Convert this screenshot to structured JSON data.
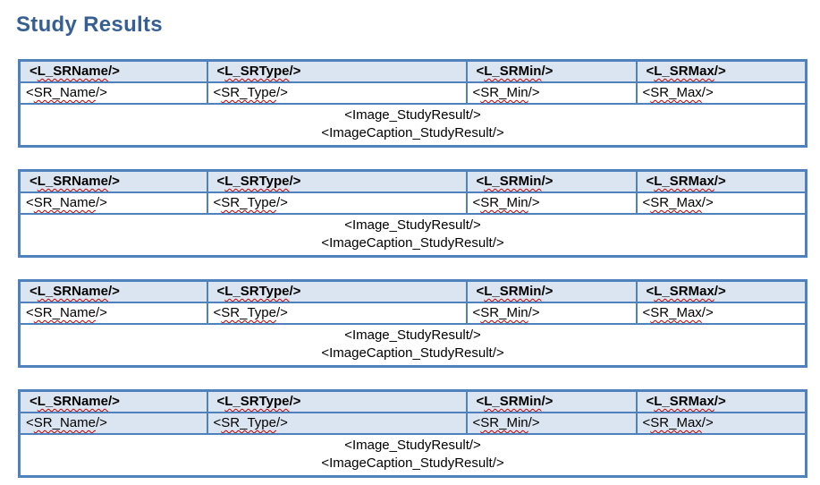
{
  "page": {
    "title": "Study Results"
  },
  "colors": {
    "title_text": "#376092",
    "table_border": "#4F81BD",
    "shaded_cell_fill": "#DBE5F1",
    "spellcheck_underline": "#C00000",
    "cell_text": "#000000",
    "page_background": "#FFFFFF"
  },
  "tables": [
    {
      "header_cells": [
        {
          "open": "<",
          "word": "L_SRName",
          "close": "/>"
        },
        {
          "open": "<",
          "word": "L_SRType",
          "close": "/>"
        },
        {
          "open": "<",
          "word": "L_SRMin",
          "close": "/>"
        },
        {
          "open": "<",
          "word": "L_SRMax",
          "close": "/>"
        }
      ],
      "field_cells": [
        {
          "open": "<",
          "word": "SR_Name",
          "close": "/>"
        },
        {
          "open": "<",
          "word": "SR_Type",
          "close": "/>"
        },
        {
          "open": "<",
          "word": "SR_Min",
          "close": "/>"
        },
        {
          "open": "<",
          "word": "SR_Max",
          "close": "/>"
        }
      ],
      "image_line1": "<Image_StudyResult/>",
      "image_line2": "<ImageCaption_StudyResult/>"
    },
    {
      "header_cells": [
        {
          "open": "<",
          "word": "L_SRName",
          "close": "/>"
        },
        {
          "open": "<",
          "word": "L_SRType",
          "close": "/>"
        },
        {
          "open": "<",
          "word": "L_SRMin",
          "close": "/>"
        },
        {
          "open": "<",
          "word": "L_SRMax",
          "close": "/>"
        }
      ],
      "field_cells": [
        {
          "open": "<",
          "word": "SR_Name",
          "close": "/>"
        },
        {
          "open": "<",
          "word": "SR_Type",
          "close": "/>"
        },
        {
          "open": "<",
          "word": "SR_Min",
          "close": "/>"
        },
        {
          "open": "<",
          "word": "SR_Max",
          "close": "/>"
        }
      ],
      "image_line1": "<Image_StudyResult/>",
      "image_line2": "<ImageCaption_StudyResult/>"
    },
    {
      "header_cells": [
        {
          "open": "<",
          "word": "L_SRName",
          "close": "/>"
        },
        {
          "open": "<",
          "word": "L_SRType",
          "close": "/>"
        },
        {
          "open": "<",
          "word": "L_SRMin",
          "close": "/>"
        },
        {
          "open": "<",
          "word": "L_SRMax",
          "close": "/>"
        }
      ],
      "field_cells": [
        {
          "open": "<",
          "word": "SR_Name",
          "close": "/>"
        },
        {
          "open": "<",
          "word": "SR_Type",
          "close": "/>"
        },
        {
          "open": "<",
          "word": "SR_Min",
          "close": "/>"
        },
        {
          "open": "<",
          "word": "SR_Max",
          "close": "/>"
        }
      ],
      "image_line1": "<Image_StudyResult/>",
      "image_line2": "<ImageCaption_StudyResult/>"
    },
    {
      "header_cells": [
        {
          "open": "<",
          "word": "L_SRName",
          "close": "/>"
        },
        {
          "open": "<",
          "word": "L_SRType",
          "close": "/>"
        },
        {
          "open": "<",
          "word": "L_SRMin",
          "close": "/>"
        },
        {
          "open": "<",
          "word": "L_SRMax",
          "close": "/>"
        }
      ],
      "field_cells": [
        {
          "open": "<",
          "word": "SR_Name",
          "close": "/>"
        },
        {
          "open": "<",
          "word": "SR_Type",
          "close": "/>"
        },
        {
          "open": "<",
          "word": "SR_Min",
          "close": "/>"
        },
        {
          "open": "<",
          "word": "SR_Max",
          "close": "/>"
        }
      ],
      "image_line1": "<Image_StudyResult/>",
      "image_line2": "<ImageCaption_StudyResult/>"
    }
  ]
}
